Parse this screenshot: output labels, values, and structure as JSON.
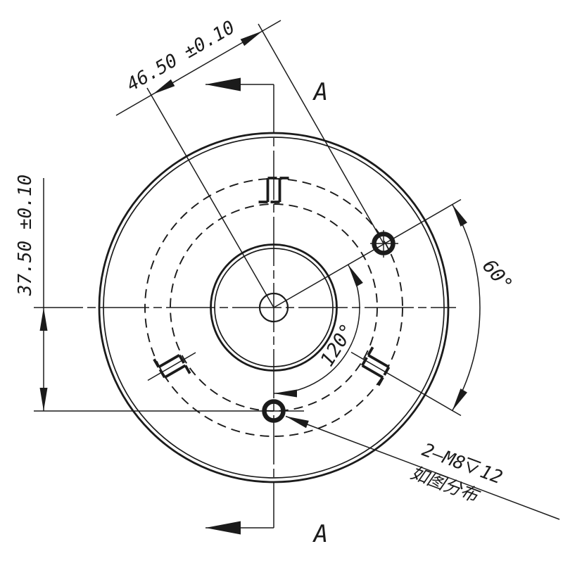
{
  "drawing": {
    "type": "mechanical-engineering-drawing",
    "view": "flange front view with section line",
    "colors": {
      "ink": "#1b1b1b",
      "paper": "#ffffff"
    }
  },
  "dimensions": {
    "bolt_circle_upper": "46.50 ±0.10",
    "bolt_circle_lower": "37.50 ±0.10",
    "angle_right": "60°",
    "angle_lower": "120°"
  },
  "callout": {
    "thread": "2—M8",
    "depth_value": "12",
    "depth_symbol": "depth-symbol",
    "note": "如图分布"
  },
  "section": {
    "label_top": "A",
    "label_bottom": "A"
  }
}
